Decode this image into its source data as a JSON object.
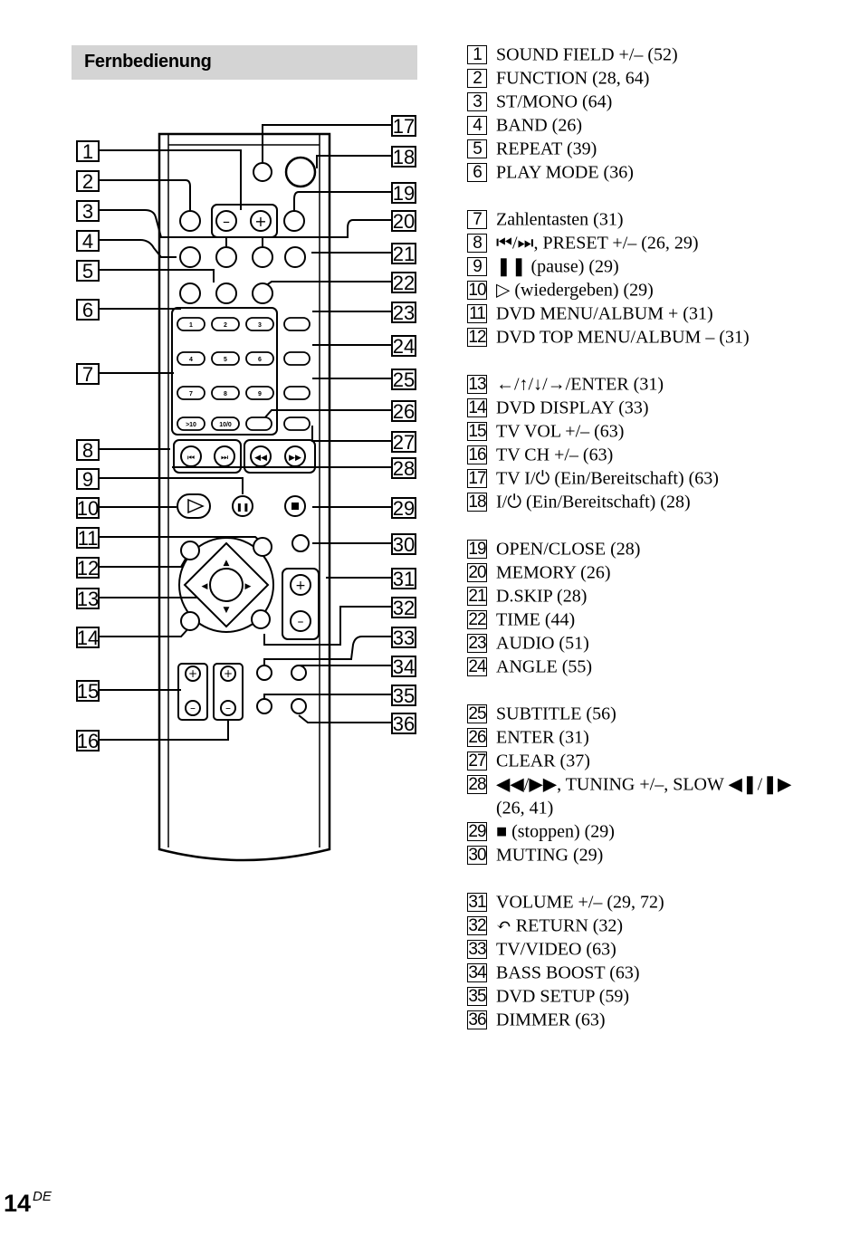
{
  "section_title": "Fernbedienung",
  "page_number": "14",
  "page_suffix": "DE",
  "numeric_keys": [
    "1",
    "2",
    "3",
    "4",
    "5",
    "6",
    "7",
    "8",
    "9",
    ">10",
    "10/0"
  ],
  "legend": [
    {
      "num": "1",
      "text": "SOUND FIELD +/– (52)"
    },
    {
      "num": "2",
      "text": "FUNCTION (28, 64)"
    },
    {
      "num": "3",
      "text": "ST/MONO (64)"
    },
    {
      "num": "4",
      "text": "BAND (26)"
    },
    {
      "num": "5",
      "text": "REPEAT (39)"
    },
    {
      "num": "6",
      "text": "PLAY MODE (36)"
    },
    {
      "num": "7",
      "text": "Zahlentasten (31)"
    },
    {
      "num": "8",
      "text": "⏮/⏭, PRESET +/– (26, 29)"
    },
    {
      "num": "9",
      "text": "❚❚ (pause) (29)"
    },
    {
      "num": "10",
      "text": "▷ (wiedergeben) (29)"
    },
    {
      "num": "11",
      "text": "DVD MENU/ALBUM + (31)"
    },
    {
      "num": "12",
      "text": "DVD TOP MENU/ALBUM – (31)"
    },
    {
      "num": "13",
      "text": "←/↑/↓/→/ENTER (31)"
    },
    {
      "num": "14",
      "text": "DVD DISPLAY (33)"
    },
    {
      "num": "15",
      "text": "TV VOL +/– (63)"
    },
    {
      "num": "16",
      "text": "TV CH +/– (63)"
    },
    {
      "num": "17",
      "text": "TV I/⏻ (Ein/Bereitschaft) (63)"
    },
    {
      "num": "18",
      "text": "I/⏻ (Ein/Bereitschaft) (28)"
    },
    {
      "num": "19",
      "text": "OPEN/CLOSE (28)"
    },
    {
      "num": "20",
      "text": "MEMORY (26)"
    },
    {
      "num": "21",
      "text": "D.SKIP (28)"
    },
    {
      "num": "22",
      "text": "TIME (44)"
    },
    {
      "num": "23",
      "text": "AUDIO (51)"
    },
    {
      "num": "24",
      "text": "ANGLE (55)"
    },
    {
      "num": "25",
      "text": "SUBTITLE (56)"
    },
    {
      "num": "26",
      "text": "ENTER (31)"
    },
    {
      "num": "27",
      "text": "CLEAR (37)"
    },
    {
      "num": "28",
      "text": "◀◀/▶▶, TUNING +/–, SLOW ◀❚/❚▶"
    },
    {
      "num": "",
      "text": "(26, 41)"
    },
    {
      "num": "29",
      "text": "■ (stoppen) (29)"
    },
    {
      "num": "30",
      "text": "MUTING (29)"
    },
    {
      "num": "31",
      "text": "VOLUME +/– (29, 72)"
    },
    {
      "num": "32",
      "text": "↶ RETURN (32)"
    },
    {
      "num": "33",
      "text": "TV/VIDEO (63)"
    },
    {
      "num": "34",
      "text": "BASS BOOST (63)"
    },
    {
      "num": "35",
      "text": "DVD SETUP (59)"
    },
    {
      "num": "36",
      "text": "DIMMER (63)"
    }
  ]
}
